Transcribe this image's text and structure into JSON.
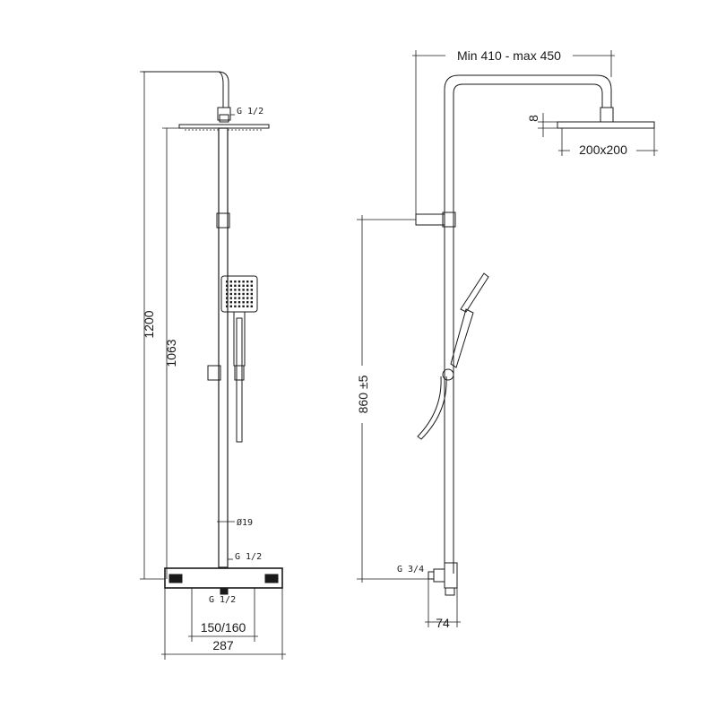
{
  "front_view": {
    "dimensions": {
      "total_height": "1200",
      "head_height": "1063",
      "centers": "150/160",
      "valve_width": "287"
    },
    "notes": {
      "head_connection": "G 1/2",
      "pipe_diameter": "Ø19",
      "outlet_connection": "G 1/2",
      "inlet_connection": "G 1/2"
    }
  },
  "side_view": {
    "dimensions": {
      "arm_reach": "Min 410 - max 450",
      "head_thickness": "8",
      "head_size": "200x200",
      "wall_bracket_height": "860 ±5",
      "wall_offset": "74"
    },
    "notes": {
      "inlet_connection": "G 3/4"
    }
  },
  "colors": {
    "line": "#1a1a1a",
    "background": "#ffffff"
  }
}
